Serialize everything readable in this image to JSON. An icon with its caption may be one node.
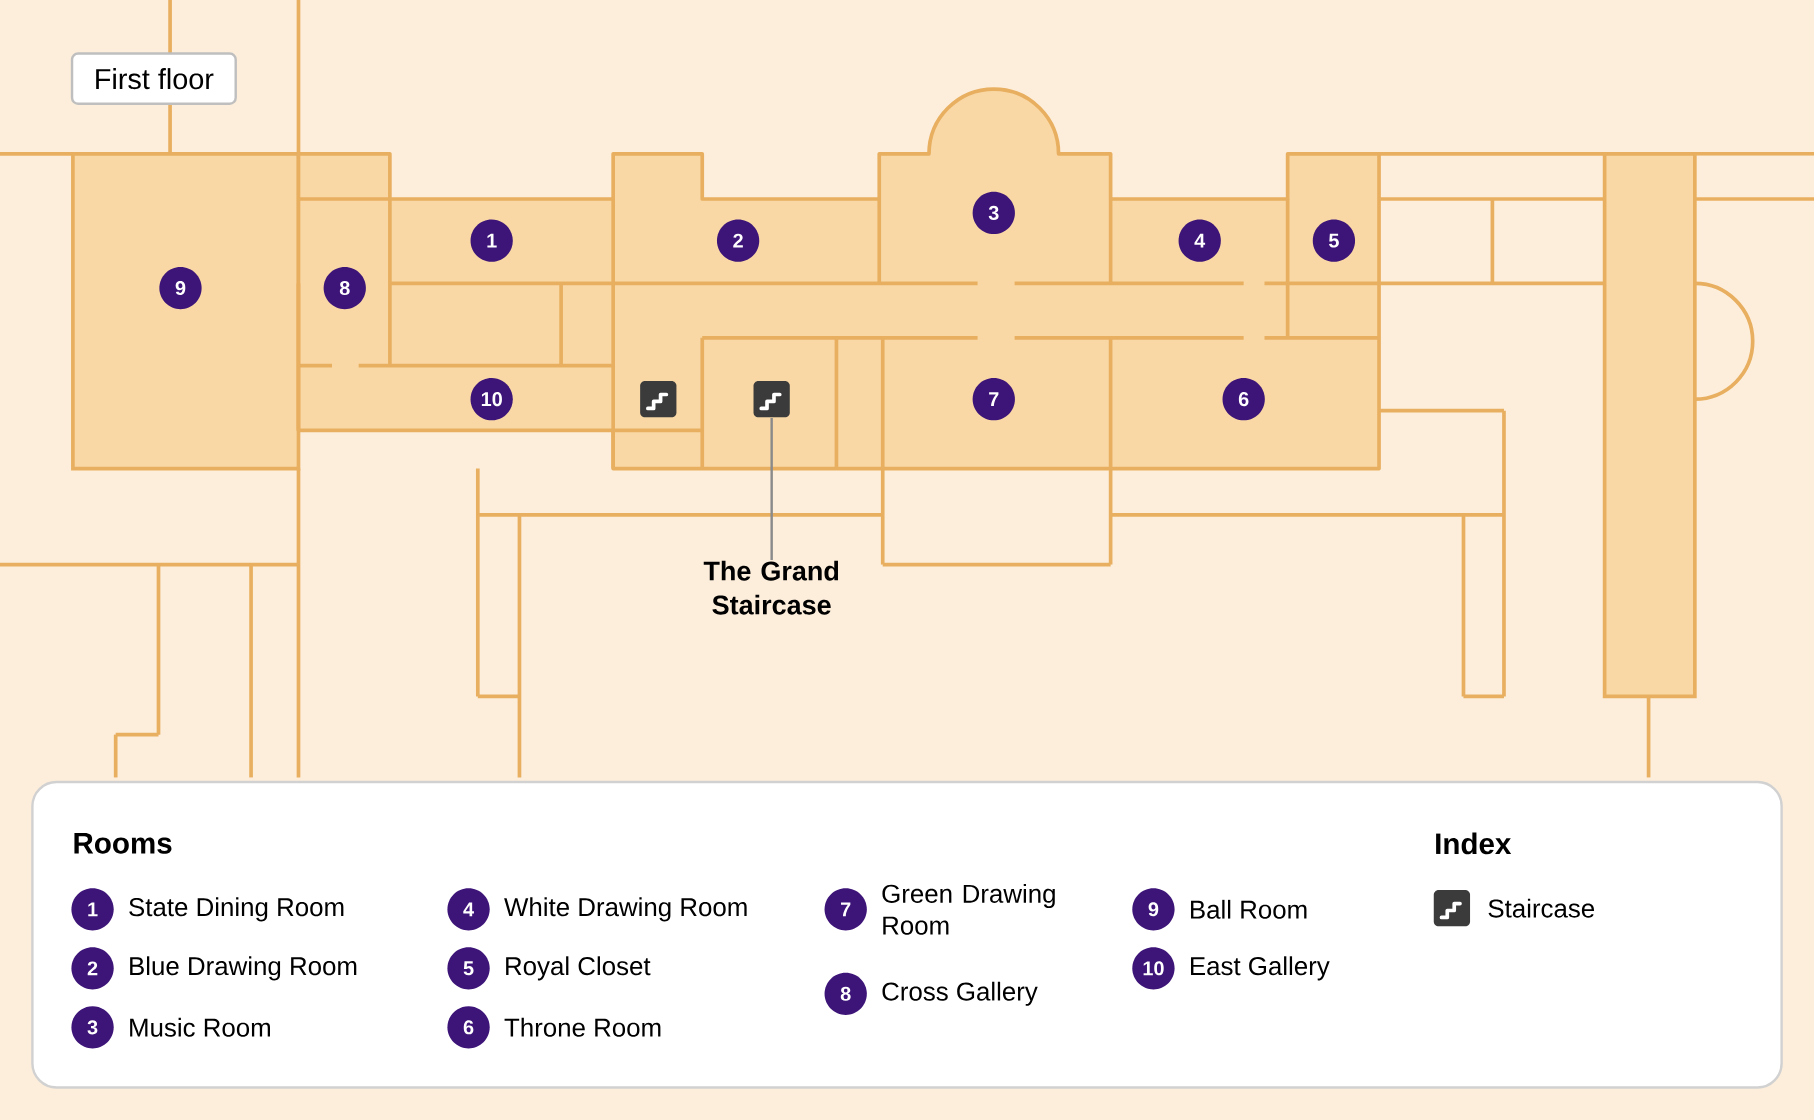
{
  "diagram": {
    "title": "First floor",
    "nodes": [
      {
        "text": [
          "1"
        ]
      },
      {
        "text": [
          "2"
        ]
      },
      {
        "text": [
          "3"
        ]
      },
      {
        "text": [
          "4"
        ]
      },
      {
        "text": [
          "5"
        ]
      },
      {
        "text": [
          "6"
        ]
      },
      {
        "text": [
          "7"
        ]
      },
      {
        "text": [
          "8"
        ]
      },
      {
        "text": [
          "9"
        ]
      },
      {
        "text": [
          "10"
        ]
      },
      {
        "text": [],
        "shape": "picture"
      },
      {
        "text": [],
        "shape": "picture"
      },
      {
        "text": [
          "The Grand Staircase"
        ]
      },
      {
        "text": [
          "Rooms",
          "Index"
        ]
      },
      {
        "text": [
          "1"
        ],
        "in": 13,
        "beside": [
          "State Dining Room"
        ]
      },
      {
        "text": [
          "2"
        ],
        "in": 13,
        "beside": [
          "Blue Drawing Room"
        ]
      },
      {
        "text": [
          "3"
        ],
        "in": 13,
        "beside": [
          "Music Room"
        ]
      },
      {
        "text": [
          "4"
        ],
        "in": 13,
        "beside": [
          "White Drawing Room"
        ]
      },
      {
        "text": [
          "5"
        ],
        "in": 13,
        "beside": [
          "Royal Closet"
        ]
      },
      {
        "text": [
          "6"
        ],
        "in": 13,
        "beside": [
          "Throne Room"
        ]
      },
      {
        "text": [
          "7"
        ],
        "in": 13,
        "beside": [
          "Green Drawing Room"
        ]
      },
      {
        "text": [
          "8"
        ],
        "in": 13,
        "beside": [
          "Cross Gallery"
        ]
      },
      {
        "text": [
          "9"
        ],
        "in": 13,
        "beside": [
          "Ball Room"
        ]
      },
      {
        "text": [
          "10"
        ],
        "in": 13,
        "beside": [
          "East Gallery"
        ]
      },
      {
        "text": [],
        "shape": "picture",
        "in": 13,
        "beside": [
          "Staircase"
        ]
      }
    ],
    "edges": [
      {
        "from": 12,
        "to": 11,
        "arrow": "none"
      }
    ]
  }
}
